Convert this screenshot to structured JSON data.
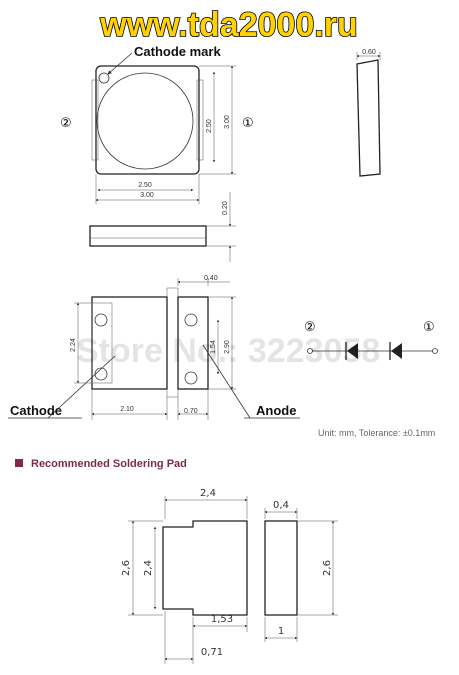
{
  "site_title": "www.tda2000.ru",
  "watermark": "Store No.: 3223058",
  "labels": {
    "cathode_mark": "Cathode mark",
    "cathode": "Cathode",
    "anode": "Anode"
  },
  "pins": {
    "pin1": "①",
    "pin2": "②"
  },
  "dimensions": {
    "top_inner_w": "2.50",
    "top_outer_w": "3.00",
    "top_inner_h": "2.50",
    "top_outer_h": "3.00",
    "side_thickness": "0.60",
    "front_height": "0.20",
    "bottom_tab_w": "0.40",
    "bottom_h_left": "2.24",
    "bottom_h_pad": "1.54",
    "bottom_h_total": "2.90",
    "bottom_w_pad": "2.10",
    "bottom_w_right": "0.70"
  },
  "unit_note": "Unit: mm, Tolerance: ±0.1mm",
  "section_title": "Recommended Soldering Pad",
  "pad_dims": {
    "w_total": "2,4",
    "w_right": "0,4",
    "h_outer": "2,6",
    "h_inner": "2,4",
    "h_right": "2,6",
    "w_mid": "1,53",
    "w_small": "1",
    "w_tab": "0,71"
  },
  "colors": {
    "title_fill": "#ffd200",
    "section_color": "#7a2e44"
  }
}
